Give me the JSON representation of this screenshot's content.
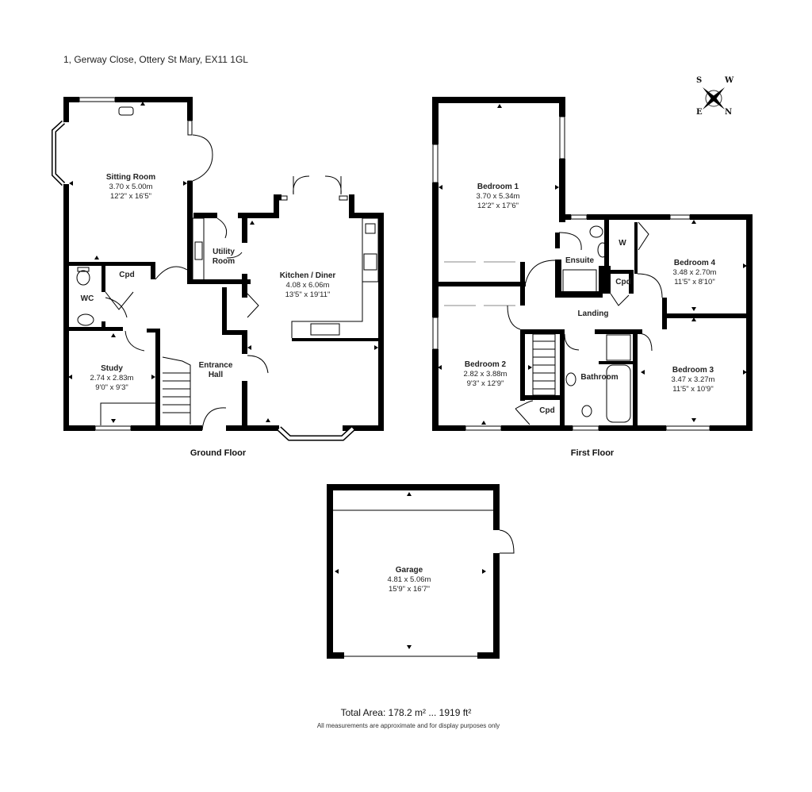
{
  "header": {
    "address": "1, Gerway Close, Ottery St Mary, EX11 1GL"
  },
  "compass": {
    "labels": {
      "top_left": "S",
      "top_right": "W",
      "bottom_left": "E",
      "bottom_right": "N"
    },
    "icon": "compass-rose-icon"
  },
  "ground_floor": {
    "title": "Ground Floor",
    "rooms": [
      {
        "name": "Sitting Room",
        "metric": "3.70 x 5.00m",
        "imperial": "12'2\" x 16'5\""
      },
      {
        "name": "Utility Room"
      },
      {
        "name": "Kitchen / Diner",
        "metric": "4.08 x 6.06m",
        "imperial": "13'5\" x 19'11\""
      },
      {
        "name": "WC"
      },
      {
        "name": "Cpd"
      },
      {
        "name": "Study",
        "metric": "2.74 x 2.83m",
        "imperial": "9'0\" x 9'3\""
      },
      {
        "name": "Entrance Hall"
      }
    ]
  },
  "first_floor": {
    "title": "First Floor",
    "rooms": [
      {
        "name": "Bedroom 1",
        "metric": "3.70 x 5.34m",
        "imperial": "12'2\" x 17'6\""
      },
      {
        "name": "Ensuite"
      },
      {
        "name": "W"
      },
      {
        "name": "Bedroom 4",
        "metric": "3.48 x 2.70m",
        "imperial": "11'5\" x 8'10\""
      },
      {
        "name": "Cpd"
      },
      {
        "name": "Landing"
      },
      {
        "name": "Bedroom 2",
        "metric": "2.82 x 3.88m",
        "imperial": "9'3\" x 12'9\""
      },
      {
        "name": "Bathroom"
      },
      {
        "name": "Cpd"
      },
      {
        "name": "Bedroom 3",
        "metric": "3.47 x 3.27m",
        "imperial": "11'5\" x 10'9\""
      }
    ]
  },
  "garage": {
    "name": "Garage",
    "metric": "4.81 x 5.06m",
    "imperial": "15'9\" x 16'7\""
  },
  "footer": {
    "total_area": "Total Area: 178.2 m² ... 1919 ft²",
    "disclaimer": "All measurements are approximate and for display purposes only"
  }
}
